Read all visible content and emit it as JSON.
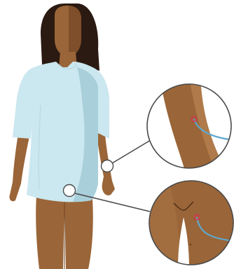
{
  "colors": {
    "background": "#ffffff",
    "skin": "#9a6538",
    "skin_shadow": "#7e4f2a",
    "skin_light": "#b07a4a",
    "hair": "#2b1a12",
    "gown": "#cbe7ef",
    "gown_shadow": "#a9cfda",
    "line": "#4a4a4a",
    "catheter_tube": "#5fa8cf",
    "insertion_point": "#d2384e"
  },
  "figure": {
    "icon": "standing-woman-in-hospital-gown"
  },
  "insets": [
    {
      "id": "arm",
      "icon": "arm-catheter-insertion-closeup"
    },
    {
      "id": "groin",
      "icon": "groin-catheter-insertion-closeup"
    }
  ]
}
